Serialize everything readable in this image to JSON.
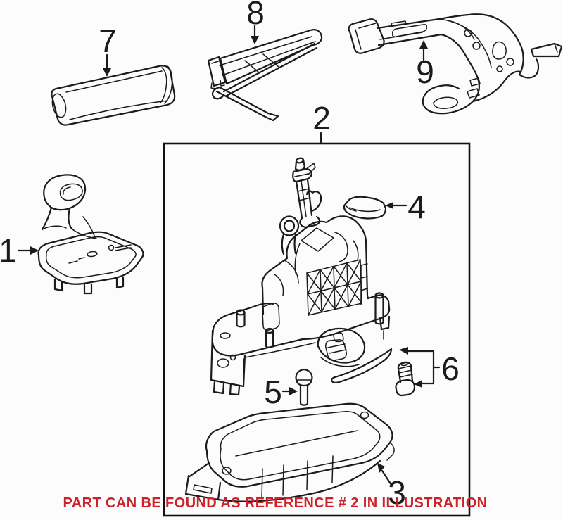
{
  "caption": {
    "text": "PART CAN BE FOUND AS REFERENCE # 2 IN ILLUSTRATION",
    "color": "#cc2128"
  },
  "parts": [
    {
      "label": "1"
    },
    {
      "label": "2"
    },
    {
      "label": "3"
    },
    {
      "label": "4"
    },
    {
      "label": "5"
    },
    {
      "label": "6"
    },
    {
      "label": "7"
    },
    {
      "label": "8"
    },
    {
      "label": "9"
    }
  ],
  "colors": {
    "line": "#1b1b1b",
    "background": "#fcfcfc",
    "caption_red": "#cc2128",
    "reference_box_border": "#111111"
  }
}
